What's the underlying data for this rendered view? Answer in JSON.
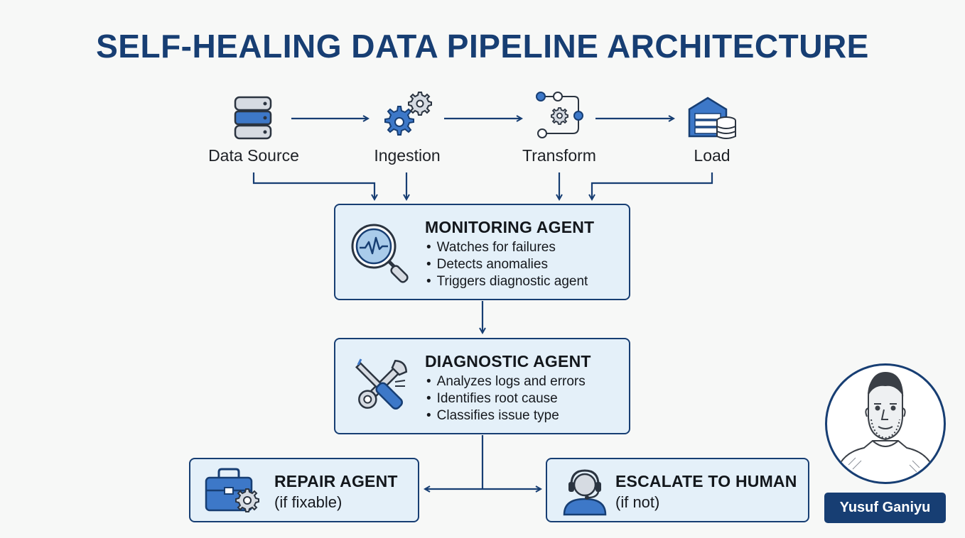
{
  "title": "SELF-HEALING DATA PIPELINE ARCHITECTURE",
  "stages": {
    "source": "Data Source",
    "ingestion": "Ingestion",
    "transform": "Transform",
    "load": "Load"
  },
  "monitoring": {
    "title": "MONITORING AGENT",
    "items": [
      "Watches for failures",
      "Detects anomalies",
      "Triggers diagnostic agent"
    ]
  },
  "diagnostic": {
    "title": "DIAGNOSTIC AGENT",
    "items": [
      "Analyzes logs and errors",
      "Identifies root cause",
      "Classifies issue type"
    ]
  },
  "repair": {
    "title": "REPAIR AGENT",
    "sub": "(if fixable)"
  },
  "escalate": {
    "title": "ESCALATE TO HUMAN",
    "sub": "(if not)"
  },
  "author": {
    "name": "Yusuf Ganiyu"
  },
  "colors": {
    "navy": "#173e73",
    "accent": "#3d78c8",
    "box_fill": "#e4f0f9",
    "background": "#f7f8f7"
  },
  "icons": {
    "source": "database-icon",
    "ingestion": "gears-icon",
    "transform": "workflow-icon",
    "load": "warehouse-icon",
    "monitoring": "magnifier-pulse-icon",
    "diagnostic": "wrench-screwdriver-icon",
    "repair": "toolbox-icon",
    "escalate": "headset-user-icon"
  }
}
